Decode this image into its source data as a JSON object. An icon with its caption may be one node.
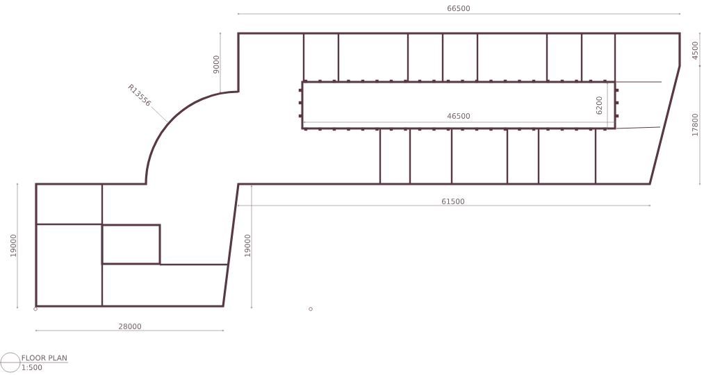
{
  "diagram": {
    "title": "FLOOR PLAN",
    "labels": [
      "66500",
      "9000",
      "4500",
      "R13556",
      "6200",
      "46500",
      "17800",
      "61500",
      "19000",
      "19000",
      "28000",
      "1:500"
    ]
  }
}
